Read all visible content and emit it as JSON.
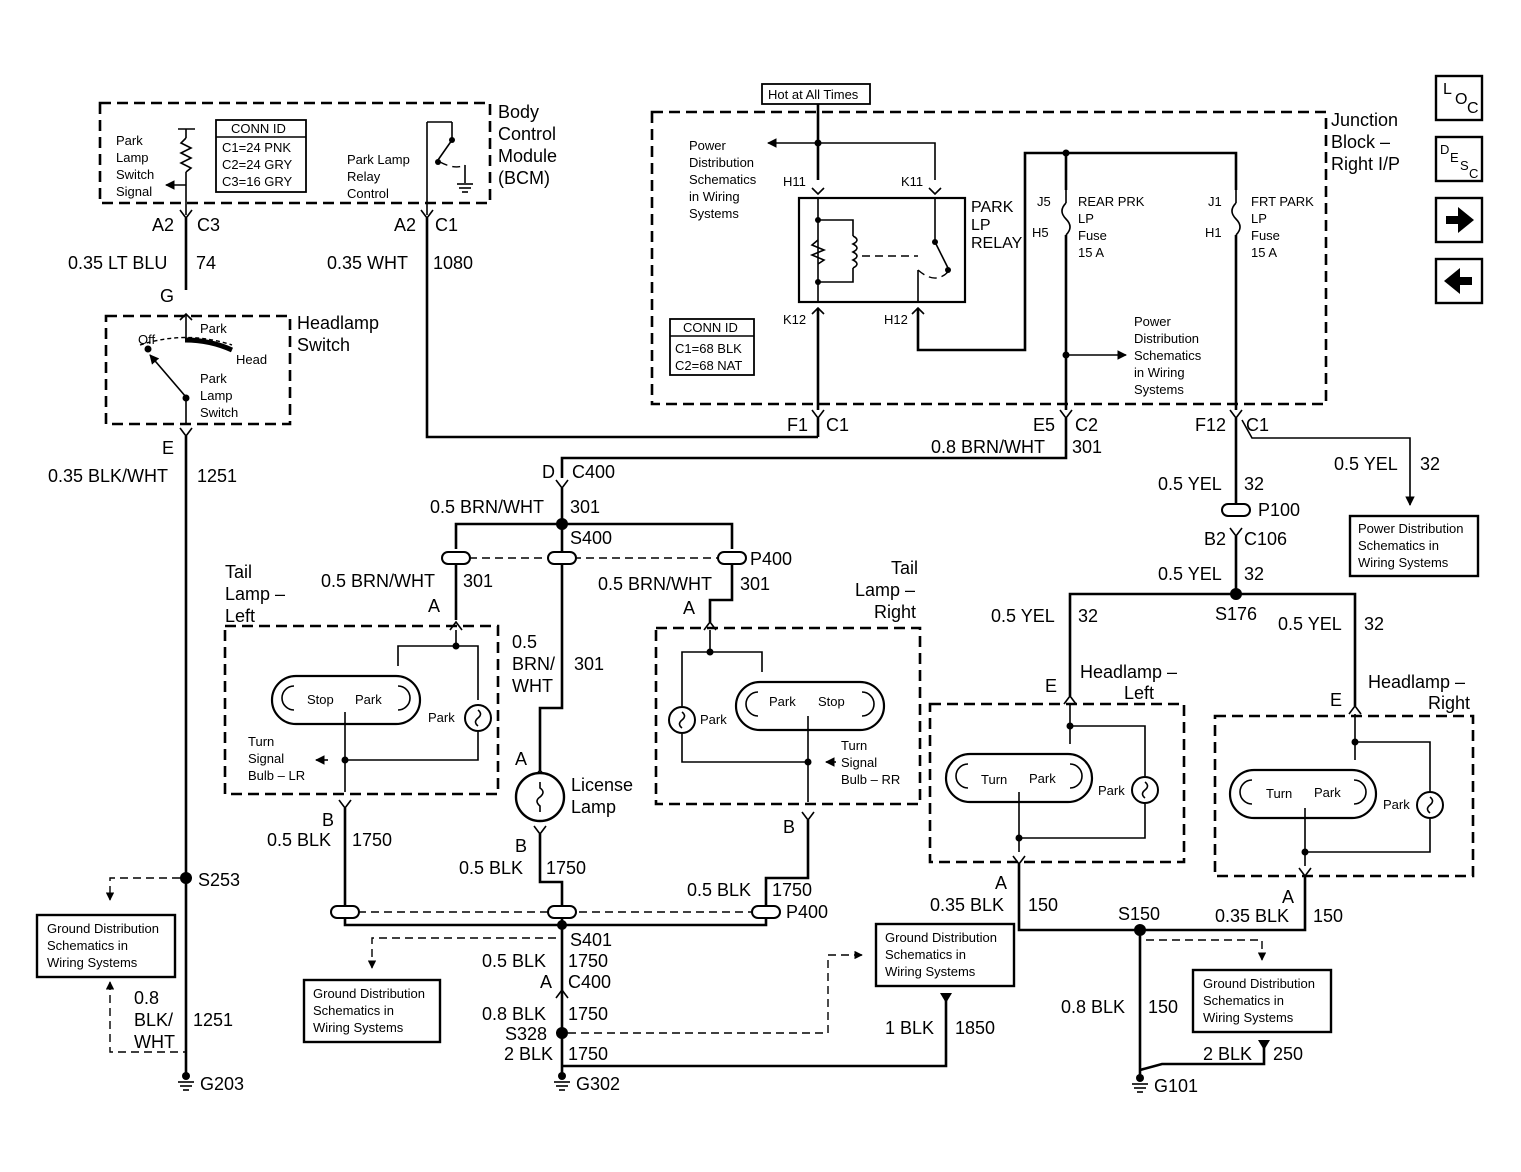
{
  "bcm": {
    "title_l1": "Body",
    "title_l2": "Control",
    "title_l3": "Module",
    "title_l4": "(BCM)",
    "sig_l1": "Park",
    "sig_l2": "Lamp",
    "sig_l3": "Switch",
    "sig_l4": "Signal",
    "relay_l1": "Park Lamp",
    "relay_l2": "Relay",
    "relay_l3": "Control",
    "conn_title": "CONN ID",
    "conn_1": "C1=24 PNK",
    "conn_2": "C2=24 GRY",
    "conn_3": "C3=16 GRY",
    "pin_a2_left": "A2",
    "conn_c3": "C3",
    "pin_a2_right": "A2",
    "conn_c1": "C1"
  },
  "wires": {
    "w_lt_blu": "0.35 LT BLU",
    "c_74": "74",
    "w_wht": "0.35 WHT",
    "c_1080": "1080",
    "pin_g": "G",
    "pin_e_sw": "E",
    "w_blk_wht": "0.35 BLK/WHT",
    "c_1251": "1251",
    "pin_f1": "F1",
    "conn_c1_f1": "C1",
    "pin_e5": "E5",
    "conn_c2": "C2",
    "w_brn_wht_08": "0.8 BRN/WHT",
    "c_301_a": "301",
    "pin_f12": "F12",
    "conn_c1_f12": "C1",
    "pin_d": "D",
    "conn_c400_top": "C400",
    "w_brn_wht_05": "0.5 BRN/WHT",
    "c_301_b": "301",
    "splice_s400": "S400",
    "conn_p400_top": "P400",
    "w_brn_wht_tl": "0.5 BRN/WHT",
    "c_301_tl": "301",
    "w_brn_wht_tr": "0.5 BRN/WHT",
    "c_301_tr": "301",
    "w_lic_1": "0.5",
    "w_lic_2": "BRN/",
    "w_lic_3": "WHT",
    "c_301_lic": "301",
    "pin_a_tl": "A",
    "pin_a_tr": "A",
    "pin_a_lic": "A",
    "pin_b_lic": "B",
    "pin_b_tl": "B",
    "pin_b_tr": "B",
    "w_blk_tl": "0.5 BLK",
    "c_1750_tl": "1750",
    "w_blk_lic": "0.5 BLK",
    "c_1750_lic": "1750",
    "w_blk_tr": "0.5 BLK",
    "c_1750_tr": "1750",
    "conn_p400_bot": "P400",
    "splice_s253": "S253",
    "w_blk_wht_08_1": "0.8",
    "w_blk_wht_08_2": "BLK/",
    "w_blk_wht_08_3": "WHT",
    "c_1251_b": "1251",
    "ground_g203": "G203",
    "splice_s401": "S401",
    "w_blk_s401": "0.5 BLK",
    "c_1750_s401": "1750",
    "pin_a_c400": "A",
    "conn_c400_bot": "C400",
    "w_blk_08": "0.8 BLK",
    "c_1750_08": "1750",
    "splice_s328": "S328",
    "w_blk_2": "2 BLK",
    "c_1750_2": "1750",
    "ground_g302": "G302",
    "w_blk_1": "1 BLK",
    "c_1850": "1850",
    "w_yel_top": "0.5 YEL",
    "c_32_top": "32",
    "w_yel_p100": "0.5 YEL",
    "c_32_p100": "32",
    "conn_p100": "P100",
    "pin_b2": "B2",
    "conn_c106": "C106",
    "w_yel_s176": "0.5 YEL",
    "c_32_s176": "32",
    "splice_s176": "S176",
    "w_yel_hl": "0.5 YEL",
    "c_32_hl": "32",
    "w_yel_hr": "0.5 YEL",
    "c_32_hr": "32",
    "pin_e_hl": "E",
    "pin_e_hr": "E",
    "pin_a_hl": "A",
    "pin_a_hr": "A",
    "w_blk_035_l": "0.35 BLK",
    "c_150_l": "150",
    "splice_s150": "S150",
    "w_blk_035_r": "0.35 BLK",
    "c_150_r": "150",
    "w_blk_08_g101": "0.8 BLK",
    "c_150_g101": "150",
    "w_blk_2_g101": "2 BLK",
    "c_250": "250",
    "ground_g101": "G101"
  },
  "hot_label": "Hot at All Times",
  "junction": {
    "title_l1": "Junction",
    "title_l2": "Block –",
    "title_l3": "Right I/P",
    "pd_l1": "Power",
    "pd_l2": "Distribution",
    "pd_l3": "Schematics",
    "pd_l4": "in Wiring",
    "pd_l5": "Systems",
    "pin_h11": "H11",
    "pin_k11": "K11",
    "pin_k12": "K12",
    "pin_h12": "H12",
    "relay_l1": "PARK",
    "relay_l2": "LP",
    "relay_l3": "RELAY",
    "conn_title": "CONN ID",
    "conn_1": "C1=68 BLK",
    "conn_2": "C2=68 NAT",
    "pin_j5": "J5",
    "pin_h5": "H5",
    "fuse_r_l1": "REAR PRK",
    "fuse_r_l2": "LP",
    "fuse_r_l3": "Fuse",
    "fuse_r_l4": "15 A",
    "pin_j1": "J1",
    "pin_h1": "H1",
    "fuse_f_l1": "FRT PARK",
    "fuse_f_l2": "LP",
    "fuse_f_l3": "Fuse",
    "fuse_f_l4": "15 A",
    "pd2_l1": "Power",
    "pd2_l2": "Distribution",
    "pd2_l3": "Schematics",
    "pd2_l4": "in Wiring",
    "pd2_l5": "Systems"
  },
  "headlamp_switch": {
    "title_l1": "Headlamp",
    "title_l2": "Switch",
    "off": "Off",
    "park": "Park",
    "head": "Head",
    "sw_l1": "Park",
    "sw_l2": "Lamp",
    "sw_l3": "Switch"
  },
  "tail_left": {
    "title_l1": "Tail",
    "title_l2": "Lamp –",
    "title_l3": "Left",
    "stop": "Stop",
    "park": "Park",
    "park2": "Park",
    "turn_l1": "Turn",
    "turn_l2": "Signal",
    "turn_l3": "Bulb – LR"
  },
  "tail_right": {
    "title_l1": "Tail",
    "title_l2": "Lamp –",
    "title_l3": "Right",
    "park": "Park",
    "stop": "Stop",
    "park2": "Park",
    "turn_l1": "Turn",
    "turn_l2": "Signal",
    "turn_l3": "Bulb – RR"
  },
  "license": {
    "title_l1": "License",
    "title_l2": "Lamp"
  },
  "headlamp_left": {
    "title_l1": "Headlamp –",
    "title_l2": "Left",
    "turn": "Turn",
    "park": "Park",
    "park2": "Park"
  },
  "headlamp_right": {
    "title_l1": "Headlamp –",
    "title_l2": "Right",
    "turn": "Turn",
    "park": "Park",
    "park2": "Park"
  },
  "ref_boxes": {
    "pd_l1": "Power Distribution",
    "pd_l2": "Schematics in",
    "pd_l3": "Wiring Systems",
    "gd1_l1": "Ground Distribution",
    "gd1_l2": "Schematics in",
    "gd1_l3": "Wiring Systems",
    "gd2_l1": "Ground Distribution",
    "gd2_l2": "Schematics in",
    "gd2_l3": "Wiring Systems",
    "gd3_l1": "Ground Distribution",
    "gd3_l2": "Schematics in",
    "gd3_l3": "Wiring Systems",
    "gd4_l1": "Ground Distribution",
    "gd4_l2": "Schematics in",
    "gd4_l3": "Wiring Systems"
  },
  "nav": {
    "loc_l": "L",
    "loc_o": "O",
    "loc_c": "C",
    "desc_d": "D",
    "desc_e": "E",
    "desc_s": "S",
    "desc_c": "C",
    "next_icon": "arrow-right-icon",
    "prev_icon": "arrow-left-icon"
  }
}
